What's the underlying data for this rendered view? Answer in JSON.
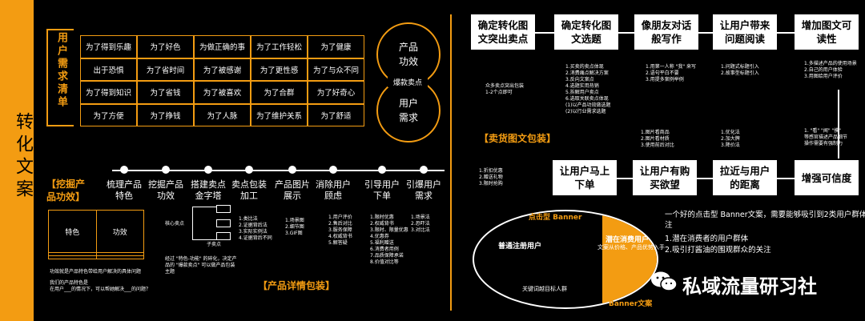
{
  "sidebar": {
    "title": "转化文案"
  },
  "needs": {
    "title": "用户需求清单",
    "rows": [
      [
        "为了得到乐趣",
        "为了好色",
        "为做正确的事",
        "为了工作轻松",
        "为了健康"
      ],
      [
        "出于恐惧",
        "为了省时间",
        "为了被感谢",
        "为了更性感",
        "为了与众不同"
      ],
      [
        "为了得到知识",
        "为了省钱",
        "为了被喜欢",
        "为了合群",
        "为了好奇心"
      ],
      [
        "为了方便",
        "为了挣钱",
        "为了人脉",
        "为了维护关系",
        "为了舒适"
      ]
    ]
  },
  "circles": {
    "product": "产品\n功效",
    "user": "用户\n需求",
    "overlap": "爆款卖点"
  },
  "mining": {
    "title": "【挖掘产\n品功效】",
    "table_headers": [
      "特色",
      "功效"
    ],
    "note1": "功效就是产品特色带给用户解决的具体问题",
    "note2": "我们的产品特色是\n在用户___的情况下，可以帮她解决___的问题？"
  },
  "steps": [
    {
      "label": "梳理产品\n特色"
    },
    {
      "label": "挖掘产品\n功效"
    },
    {
      "label": "搭建卖点\n金字塔"
    },
    {
      "label": "卖点包装\n加工"
    },
    {
      "label": "产品图片\n展示"
    },
    {
      "label": "消除用户\n顾虑"
    },
    {
      "label": "引导用户\n下单"
    },
    {
      "label": "引爆用户\n需求"
    }
  ],
  "step_details": {
    "pyramid_core": "核心卖点",
    "pyramid_sub": "子卖点",
    "pyramid_note": "经过 \"特色-功能\" 的碎化，决定产\n品的 \"爆款卖点\" 可以做产品包装\n主题",
    "process": "1.类比法\n2.证据背后法\n3.实际实例法\n4.证据背后不同",
    "images": "1.场景图\n2.细节图\n3.GIF图",
    "concern": "1.用户评价\n2.售后对比\n3.服务保障\n4.权威背书\n5.解答疑",
    "order": "1.限时优惠\n2.权威背书\n3.限时、限量优惠\n4.优惠券\n5.福利赠送\n6.消费者用例\n7.品质保障承诺\n8.价值对比等",
    "explode": "1.场景法\n2.恐吓法\n3.对比法"
  },
  "detail_title": "【产品详情包装】",
  "top_boxes": [
    {
      "label": "确定转化图\n文突出卖点"
    },
    {
      "label": "确定转化图\n文选题"
    },
    {
      "label": "像朋友对话\n般写作"
    },
    {
      "label": "让用户带来\n问题阅读"
    },
    {
      "label": "增加图文可\n读性"
    }
  ],
  "bottom_boxes": [
    {
      "label": "让用户马上\n下单"
    },
    {
      "label": "让用户有购\n买欲望"
    },
    {
      "label": "拉近与用户\n的距离"
    },
    {
      "label": "增强可信度"
    }
  ],
  "top_notes": {
    "left": "众多卖点突出包装\n1-2个点即可",
    "n1": "1.买卖的卖点体现\n2.消费痛点解决方案\n3.反向文案点\n4.选题实用热销\n5.拆解用户卖点\n6.选取关联卖点体现\n(1)以产品功效做选题\n(2)以行业需求选题",
    "n2": "1.用第一人称 \"我\" 来写\n2.语句平白不要\n3.用提多案例举例",
    "n3": "1.问题式标题引入\n2.故事型标题引入",
    "n4": "1.多描述产品的使用场景\n2.自己的用户体验\n3.用图给用户评价"
  },
  "bottom_notes": {
    "n1": "1.图片看商品\n2.图片看材质\n3.使用前后对比",
    "n2": "1.优化法\n2.加大牌\n3.降价法",
    "n3": "1. \"看\" \"闻\" \"摸\"\n等感官描述产品细节\n操作需要有强制力",
    "left": "1.折扣优惠\n2.赠送礼物\n3.限时抢购"
  },
  "goods_title": "【卖货图文包装】",
  "banner": {
    "title": "点击型 Banner",
    "left_label": "普通注册用户",
    "right_label": "潜在消费用户",
    "right_sub": "文案从价格、产品优势入手",
    "bottom_label": "关键词越目标人群",
    "footer_title": "Banner文案",
    "desc": "一个好的点击型 Banner文案，需要能够吸引到2类用户群体的关\n注",
    "point1": "1.潜在消费者的用户群体",
    "point2": "2.吸引打酱油的围观群众的关注"
  },
  "watermark": "私域流量研习社",
  "colors": {
    "accent": "#f39c12",
    "background": "#000000"
  }
}
